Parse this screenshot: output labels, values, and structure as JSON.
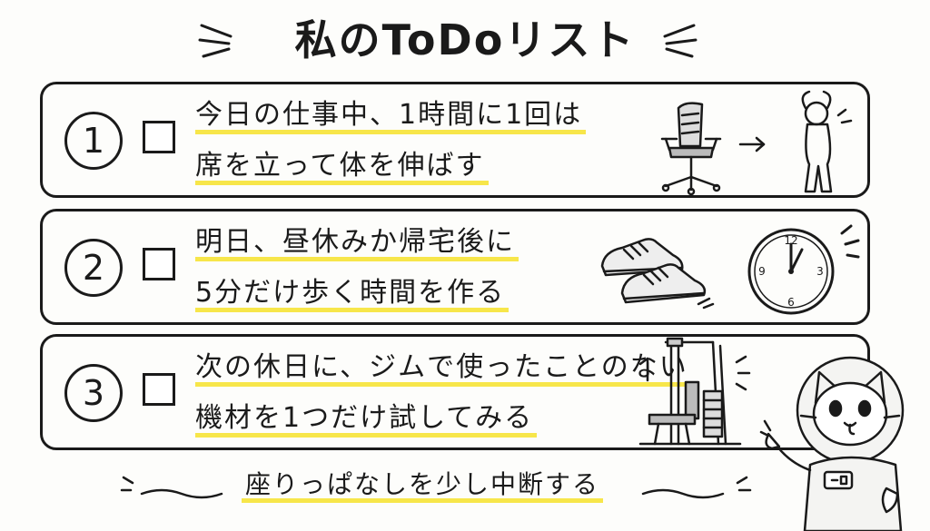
{
  "title": "私のToDoリスト",
  "tasks": [
    {
      "number": "1",
      "checked": false,
      "line1": "今日の仕事中、1時間に1回は",
      "line2": "席を立って体を伸ばす",
      "icon": "office-chair-to-stretching-person"
    },
    {
      "number": "2",
      "checked": false,
      "line1": "明日、昼休みか帰宅後に",
      "line2": "5分だけ歩く時間を作る",
      "icon": "sneakers-and-clock"
    },
    {
      "number": "3",
      "checked": false,
      "line1": "次の休日に、ジムで使ったことのない",
      "line2": "機材を1つだけ試してみる",
      "icon": "gym-machine"
    }
  ],
  "clock": {
    "labels": [
      "12",
      "3",
      "6",
      "9"
    ]
  },
  "footer": "座りっぱなしを少し中断する",
  "mascot": "astronaut-cat-pointing",
  "colors": {
    "ink": "#1a1a1a",
    "highlight": "#f7e64a",
    "background": "#fdfdfb"
  }
}
